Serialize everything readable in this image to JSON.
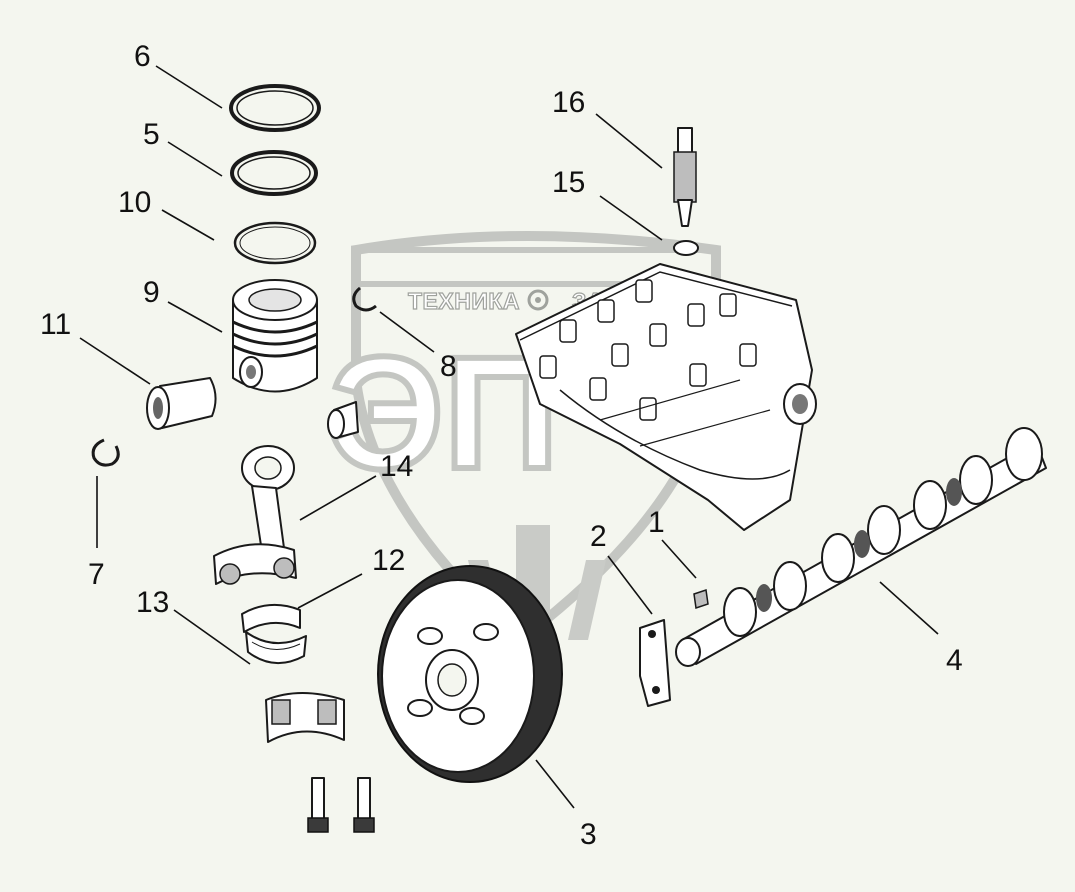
{
  "diagram": {
    "callouts": [
      {
        "label": "1"
      },
      {
        "label": "2"
      },
      {
        "label": "3"
      },
      {
        "label": "4"
      },
      {
        "label": "5"
      },
      {
        "label": "6"
      },
      {
        "label": "7"
      },
      {
        "label": "8"
      },
      {
        "label": "9"
      },
      {
        "label": "10"
      },
      {
        "label": "11"
      },
      {
        "label": "12"
      },
      {
        "label": "13"
      },
      {
        "label": "14"
      },
      {
        "label": "15"
      },
      {
        "label": "16"
      }
    ]
  },
  "watermark": {
    "text_left": "ТЕХНИКА",
    "text_right": "ЗАПЧАСТИ",
    "logo_letters": "ЭП"
  },
  "colors": {
    "background": "#f4f6ef",
    "line": "#1a1a1a",
    "watermark": "#c9cbc7"
  }
}
